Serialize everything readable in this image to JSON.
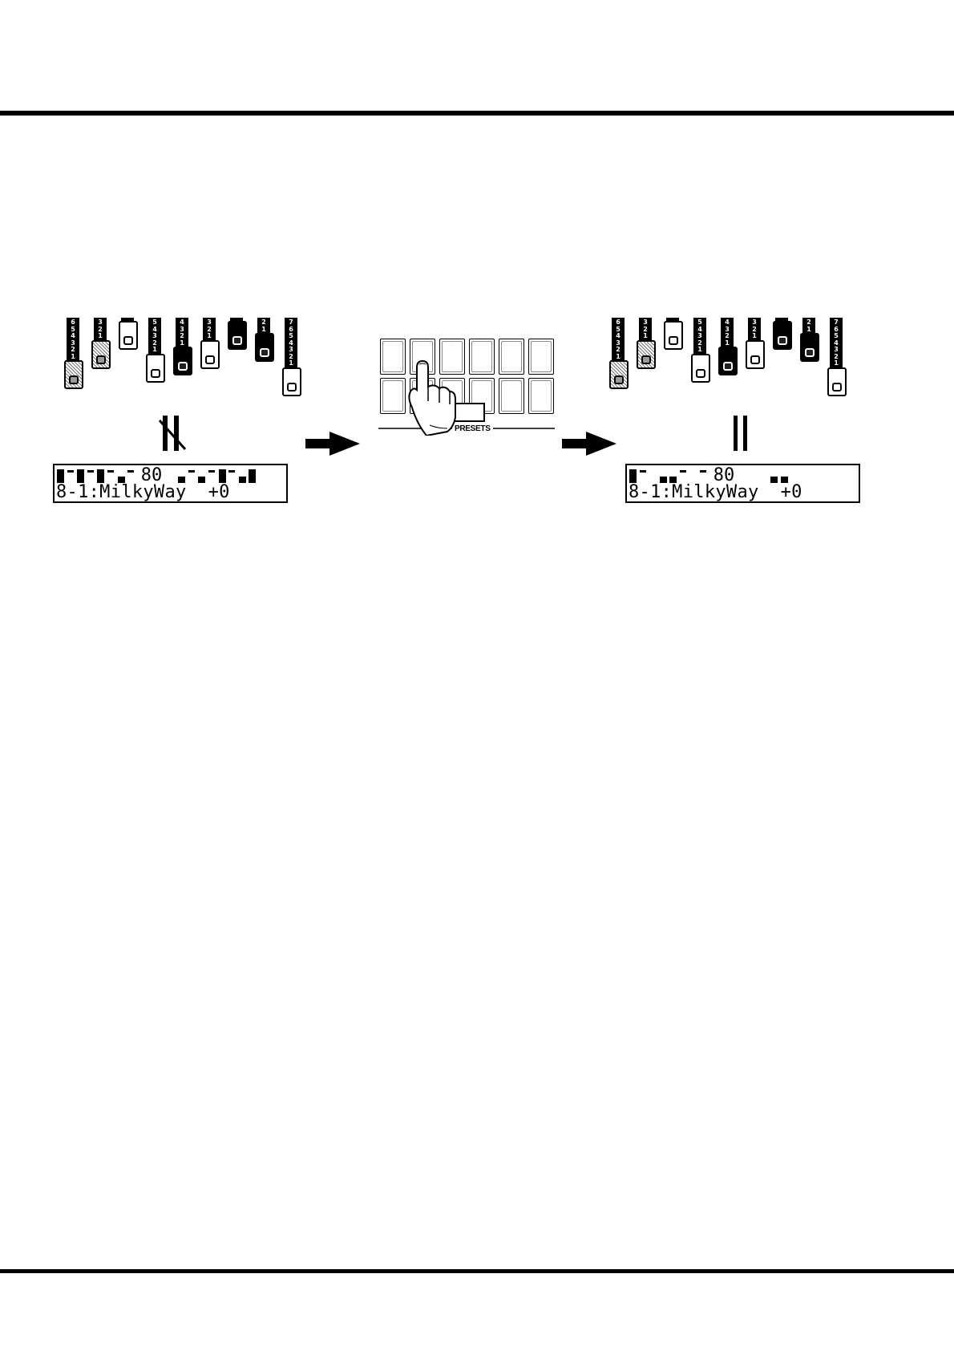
{
  "before": {
    "drawbars": [
      {
        "numbers": [
          "6",
          "5",
          "4",
          "3",
          "2",
          "1"
        ],
        "style": "brown"
      },
      {
        "numbers": [
          "3",
          "2",
          "1"
        ],
        "style": "brown"
      },
      {
        "numbers": [],
        "style": "white"
      },
      {
        "numbers": [
          "5",
          "4",
          "3",
          "2",
          "1"
        ],
        "style": "white"
      },
      {
        "numbers": [
          "4",
          "3",
          "2",
          "1"
        ],
        "style": "black"
      },
      {
        "numbers": [
          "3",
          "2",
          "1"
        ],
        "style": "white"
      },
      {
        "numbers": [],
        "style": "black"
      },
      {
        "numbers": [
          "2",
          "1"
        ],
        "style": "black"
      },
      {
        "numbers": [
          "7",
          "6",
          "5",
          "4",
          "3",
          "2",
          "1"
        ],
        "style": "white"
      }
    ],
    "relation": "not-equal",
    "lcd": {
      "bars": [
        6,
        1,
        5,
        1,
        4,
        1,
        3,
        1,
        0,
        0,
        0,
        0,
        2,
        1,
        3,
        1,
        4,
        1,
        2,
        6
      ],
      "volume": "80",
      "line2": "8-1:MilkyWay  +0"
    }
  },
  "presets": {
    "label": "PRESETS"
  },
  "after": {
    "drawbars": [
      {
        "numbers": [
          "6",
          "5",
          "4",
          "3",
          "2",
          "1"
        ],
        "style": "brown"
      },
      {
        "numbers": [
          "3",
          "2",
          "1"
        ],
        "style": "brown"
      },
      {
        "numbers": [],
        "style": "white"
      },
      {
        "numbers": [
          "5",
          "4",
          "3",
          "2",
          "1"
        ],
        "style": "white"
      },
      {
        "numbers": [
          "4",
          "3",
          "2",
          "1"
        ],
        "style": "black"
      },
      {
        "numbers": [
          "3",
          "2",
          "1"
        ],
        "style": "white"
      },
      {
        "numbers": [],
        "style": "black"
      },
      {
        "numbers": [
          "2",
          "1"
        ],
        "style": "black"
      },
      {
        "numbers": [
          "7",
          "6",
          "5",
          "4",
          "3",
          "2",
          "1"
        ],
        "style": "white"
      }
    ],
    "relation": "equal",
    "lcd": {
      "bars": [
        6,
        1,
        0,
        3,
        3,
        1,
        0,
        1,
        5,
        0,
        0,
        0,
        0,
        0,
        3,
        3
      ],
      "volume": "80",
      "line2": "8-1:MilkyWay  +0"
    }
  }
}
